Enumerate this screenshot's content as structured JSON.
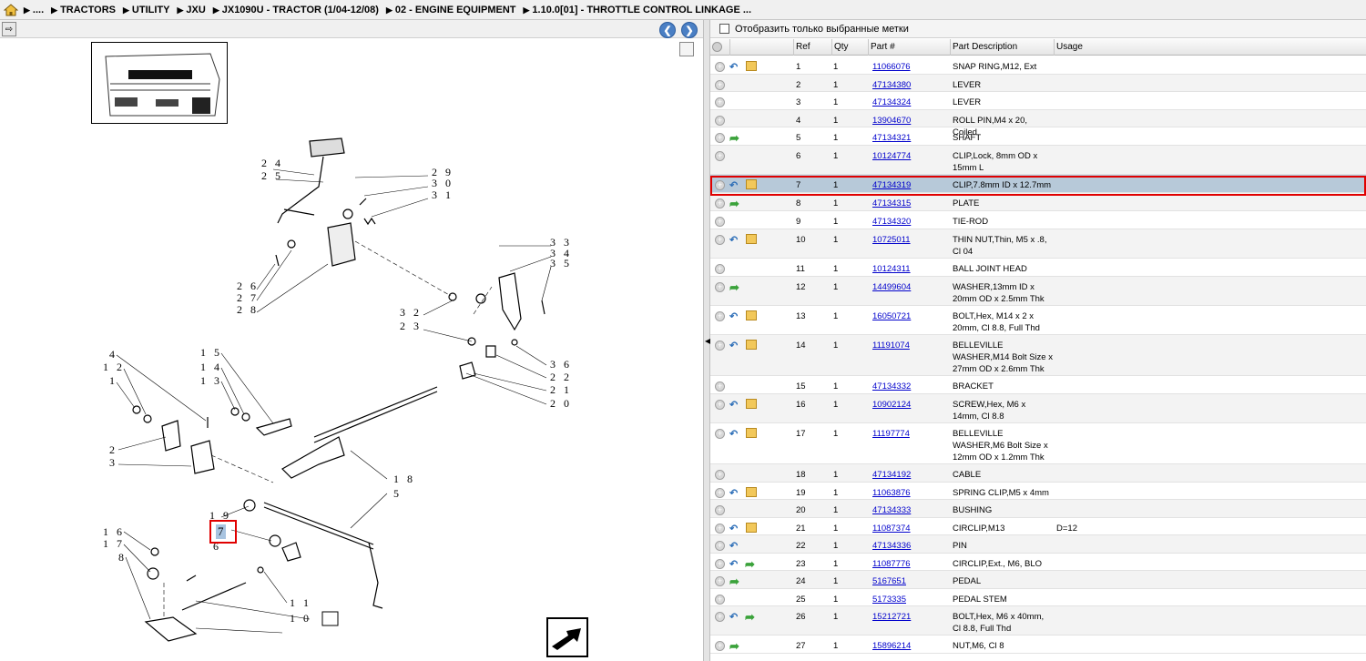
{
  "breadcrumb": [
    "....",
    "TRACTORS",
    "UTILITY",
    "JXU",
    "JX1090U - TRACTOR (1/04-12/08)",
    "02 - ENGINE EQUIPMENT",
    "1.10.0[01] - THROTTLE CONTROL LINKAGE ..."
  ],
  "filter": {
    "label": "Отобразить только выбранные метки"
  },
  "grid": {
    "headers": {
      "ref": "Ref",
      "qty": "Qty",
      "part": "Part #",
      "desc": "Part Description",
      "usage": "Usage"
    },
    "rows": [
      {
        "ref": "1",
        "qty": "1",
        "part": "11066076",
        "desc": "SNAP RING,M12, Ext",
        "usage": "",
        "icons": "swap-box"
      },
      {
        "ref": "2",
        "qty": "1",
        "part": "47134380",
        "desc": "LEVER",
        "usage": "",
        "icons": ""
      },
      {
        "ref": "3",
        "qty": "1",
        "part": "47134324",
        "desc": "LEVER",
        "usage": "",
        "icons": ""
      },
      {
        "ref": "4",
        "qty": "1",
        "part": "13904670",
        "desc": "ROLL PIN,M4 x 20, Coiled",
        "usage": "",
        "icons": ""
      },
      {
        "ref": "5",
        "qty": "1",
        "part": "47134321",
        "desc": "SHAFT",
        "usage": "",
        "icons": "green"
      },
      {
        "ref": "6",
        "qty": "1",
        "part": "10124774",
        "desc": "CLIP,Lock, 8mm OD x 15mm L",
        "usage": "",
        "icons": ""
      },
      {
        "ref": "7",
        "qty": "1",
        "part": "47134319",
        "desc": "CLIP,7.8mm ID x 12.7mm L",
        "usage": "",
        "icons": "swap-box",
        "selected": true
      },
      {
        "ref": "8",
        "qty": "1",
        "part": "47134315",
        "desc": "PLATE",
        "usage": "",
        "icons": "green"
      },
      {
        "ref": "9",
        "qty": "1",
        "part": "47134320",
        "desc": "TIE-ROD",
        "usage": "",
        "icons": ""
      },
      {
        "ref": "10",
        "qty": "1",
        "part": "10725011",
        "desc": "THIN NUT,Thin, M5 x .8, Cl 04",
        "usage": "",
        "icons": "swap-box"
      },
      {
        "ref": "11",
        "qty": "1",
        "part": "10124311",
        "desc": "BALL JOINT HEAD",
        "usage": "",
        "icons": ""
      },
      {
        "ref": "12",
        "qty": "1",
        "part": "14499604",
        "desc": "WASHER,13mm ID x 20mm OD x 2.5mm Thk",
        "usage": "",
        "icons": "green"
      },
      {
        "ref": "13",
        "qty": "1",
        "part": "16050721",
        "desc": "BOLT,Hex, M14 x 2 x 20mm, Cl 8.8, Full Thd",
        "usage": "",
        "icons": "swap-box"
      },
      {
        "ref": "14",
        "qty": "1",
        "part": "11191074",
        "desc": "BELLEVILLE WASHER,M14 Bolt Size x 27mm OD x 2.6mm Thk",
        "usage": "",
        "icons": "swap-box"
      },
      {
        "ref": "15",
        "qty": "1",
        "part": "47134332",
        "desc": "BRACKET",
        "usage": "",
        "icons": ""
      },
      {
        "ref": "16",
        "qty": "1",
        "part": "10902124",
        "desc": "SCREW,Hex, M6 x 14mm, Cl 8.8",
        "usage": "",
        "icons": "swap-box"
      },
      {
        "ref": "17",
        "qty": "1",
        "part": "11197774",
        "desc": "BELLEVILLE WASHER,M6 Bolt Size x 12mm OD x 1.2mm Thk",
        "usage": "",
        "icons": "swap-box"
      },
      {
        "ref": "18",
        "qty": "1",
        "part": "47134192",
        "desc": "CABLE",
        "usage": "",
        "icons": ""
      },
      {
        "ref": "19",
        "qty": "1",
        "part": "11063876",
        "desc": "SPRING CLIP,M5 x 4mm",
        "usage": "",
        "icons": "swap-box"
      },
      {
        "ref": "20",
        "qty": "1",
        "part": "47134333",
        "desc": "BUSHING",
        "usage": "",
        "icons": ""
      },
      {
        "ref": "21",
        "qty": "1",
        "part": "11087374",
        "desc": "CIRCLIP,M13",
        "usage": "D=12",
        "icons": "swap-box"
      },
      {
        "ref": "22",
        "qty": "1",
        "part": "47134336",
        "desc": "PIN",
        "usage": "",
        "icons": "swap"
      },
      {
        "ref": "23",
        "qty": "1",
        "part": "11087776",
        "desc": "CIRCLIP,Ext., M6, BLO",
        "usage": "",
        "icons": "swap-green"
      },
      {
        "ref": "24",
        "qty": "1",
        "part": "5167651",
        "desc": "PEDAL",
        "usage": "",
        "icons": "green"
      },
      {
        "ref": "25",
        "qty": "1",
        "part": "5173335",
        "desc": "PEDAL STEM",
        "usage": "",
        "icons": ""
      },
      {
        "ref": "26",
        "qty": "1",
        "part": "15212721",
        "desc": "BOLT,Hex, M6 x 40mm, Cl 8.8, Full Thd",
        "usage": "",
        "icons": "swap-green"
      },
      {
        "ref": "27",
        "qty": "1",
        "part": "15896214",
        "desc": "NUT,M6, Cl 8",
        "usage": "",
        "icons": "green"
      }
    ]
  },
  "diagram": {
    "callouts": [
      "2 4",
      "2 5",
      "2 9",
      "3 0",
      "3 1",
      "2 6",
      "2 7",
      "2 8",
      "3 3",
      "3 4",
      "3 5",
      "3 2",
      "2 3",
      "3 6",
      "2 2",
      "2 1",
      "2 0",
      "4",
      "1 2",
      "1",
      "1 5",
      "1 4",
      "1 3",
      "2",
      "3",
      "1 8",
      "5",
      "1 9",
      "1 6",
      "1 7",
      "8",
      "6",
      "1 1",
      "1 0",
      "9"
    ],
    "selected_callout": "7"
  },
  "colors": {
    "selected_row": "#b7c9d9",
    "highlight_border": "#e00000",
    "link": "#0000cc"
  }
}
